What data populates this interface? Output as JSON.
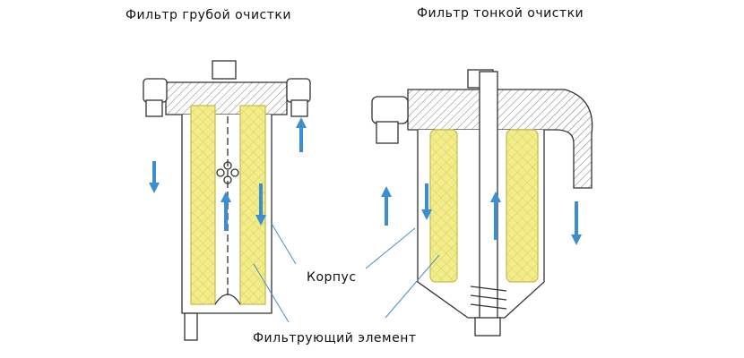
{
  "titles": {
    "coarse_filter": "Фильтр грубой очистки",
    "fine_filter": "Фильтр тонкой очистки"
  },
  "labels": {
    "housing": "Корпус",
    "filter_element": "Фильтрующий элемент"
  },
  "colors": {
    "element": "#f2ec8a",
    "arrow": "#3b8ed0",
    "leader": "#4a8ed0",
    "outline": "#333333"
  }
}
